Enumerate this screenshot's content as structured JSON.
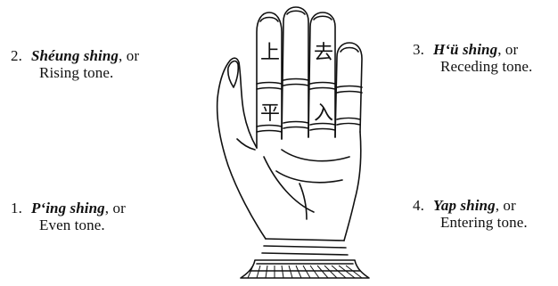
{
  "captions": {
    "rising": {
      "number": "2.",
      "romanized": "Shéung shing",
      "connector": ", or",
      "gloss": "Rising tone."
    },
    "even": {
      "number": "1.",
      "romanized": "P‘ing shing",
      "connector": ", or",
      "gloss": "Even tone."
    },
    "receding": {
      "number": "3.",
      "romanized": "H‘ü shing",
      "connector": ", or",
      "gloss": "Receding tone."
    },
    "entering": {
      "number": "4.",
      "romanized": "Yap shing",
      "connector": ", or",
      "gloss": "Entering tone."
    }
  },
  "hand_characters": {
    "rising": "上",
    "receding": "去",
    "even": "平",
    "entering": "入"
  }
}
